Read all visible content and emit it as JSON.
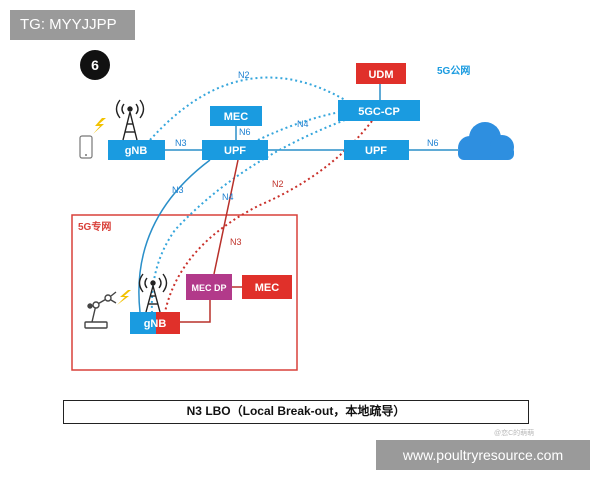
{
  "badges": {
    "tg": "TG: MYYJJPP",
    "site": "www.poultryresource.com",
    "watermark": "@恋C的萌萌"
  },
  "step_number": "6",
  "regions": {
    "public": "5G公网",
    "private": "5G专网"
  },
  "nodes": {
    "udm": "UDM",
    "cp": "5GC-CP",
    "mec_top": "MEC",
    "gnb_top": "gNB",
    "upf_left": "UPF",
    "upf_right": "UPF",
    "mec_dp": "MEC DP",
    "mec_private": "MEC",
    "gnb_private": "gNB"
  },
  "interfaces": {
    "n2_top": "N2",
    "n3_top": "N3",
    "n6_mec": "N6",
    "n4": "N4",
    "n6_cloud": "N6",
    "n3_curve": "N3",
    "n4_private": "N4",
    "n2_private": "N2",
    "n3_private": "N3"
  },
  "caption": "N3 LBO（Local Break-out，本地疏导）",
  "colors": {
    "blue": "#1a9be0",
    "red": "#e0302a",
    "magenta": "#b23a8a",
    "line_blue": "#2a8fc9",
    "line_red": "#b8302a",
    "dot_blue": "#36a6dc",
    "dot_red": "#c9302a",
    "cloud": "#2e8fe0",
    "frame": "#d9413a"
  },
  "icons": [
    "phone-icon",
    "lightning-icon",
    "antenna-tower-icon",
    "cloud-icon",
    "robot-arm-icon"
  ]
}
